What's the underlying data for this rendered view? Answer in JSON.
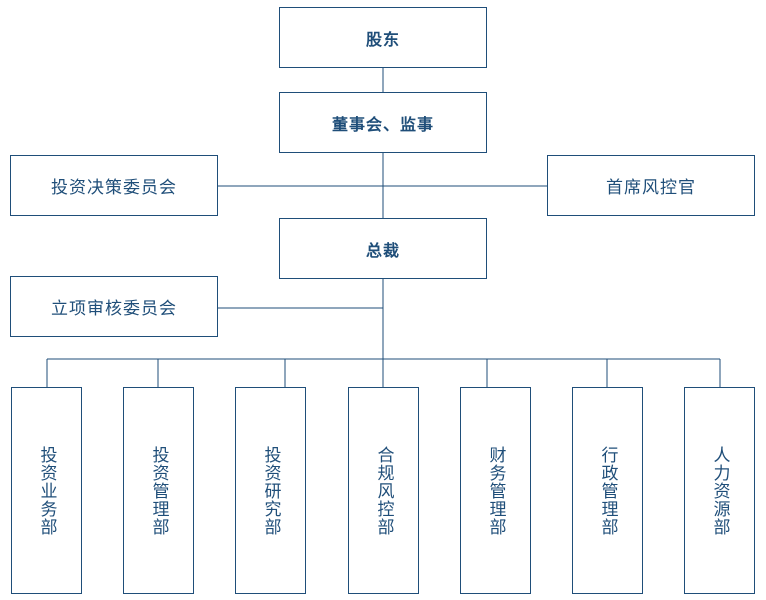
{
  "chart": {
    "shareholders": "股东",
    "board": "董事会、监事",
    "investment_committee": "投资决策委员会",
    "chief_risk_officer": "首席风控官",
    "president": "总裁",
    "project_committee": "立项审核委员会",
    "departments": [
      "投资业务部",
      "投资管理部",
      "投资研究部",
      "合规风控部",
      "财务管理部",
      "行政管理部",
      "人力资源部"
    ]
  },
  "colors": {
    "line": "#1f4e79",
    "text": "#1f4e79"
  }
}
